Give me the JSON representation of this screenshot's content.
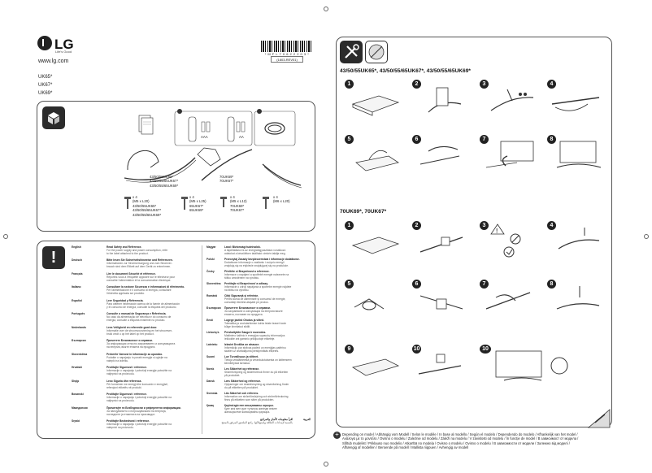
{
  "header": {
    "brand": "LG",
    "tagline": "Life's Good",
    "website": "www.lg.com",
    "models": [
      "UK65*",
      "UK67*",
      "UK69*"
    ],
    "barcode_number": "* M F L 7 0 6 2 2 2 0 3 *",
    "barcode_box": "(1803-REV01)"
  },
  "components": {
    "stand_models_a": [
      "43/50/55UK65*",
      "43/50/55/65UK67*",
      "43/50/55/65UK69*"
    ],
    "stand_models_b": [
      "70UK69*",
      "70UK67*"
    ],
    "battery_label_a": "AAA",
    "battery_label_b": "AA",
    "screws": [
      {
        "qty": "x 4",
        "spec": "(M5 x L20)",
        "models": [
          "43/50/55UK65*",
          "43/50/55/65UK67*",
          "43/50/55/65UK69*"
        ]
      },
      {
        "qty": "x 4",
        "spec": "(M5 x L25)",
        "models": [
          "65UK67*",
          "65UK69*"
        ]
      },
      {
        "qty": "x 4",
        "spec": "(M5 x L12)",
        "models": [
          "70UK69*",
          "70UK67*"
        ]
      },
      {
        "qty": "x 4",
        "spec": "(M6 x L20)",
        "models": []
      }
    ]
  },
  "assembly": {
    "group_a_title": "43/50/55UK65*, 43/50/55/65UK67*, 43/50/55/65UK69*",
    "group_b_title": "70UK69*, 70UK67*",
    "group_a_steps": [
      "1",
      "2",
      "3",
      "4",
      "5",
      "6",
      "7",
      "8"
    ],
    "group_b_steps": [
      "1",
      "2",
      "3",
      "4",
      "5",
      "6",
      "7",
      "8",
      "9",
      "10"
    ]
  },
  "safety": {
    "left": [
      {
        "lang": "English",
        "title": "Read Safety and Reference.",
        "lines": [
          "For the power supply and power consumption, refer",
          "to the label attached to the product."
        ]
      },
      {
        "lang": "Deutsch",
        "title": "Bitte lesen Sie Sicherheitshinweise und Referenzen.",
        "lines": [
          "Informationen zur Stromversorgung und zum Stromver-",
          "brauch sind dem Etikett auf dem Gerät zu entnehmen."
        ]
      },
      {
        "lang": "Français",
        "title": "Lire le document Sécurité et référence.",
        "lines": [
          "Reportez-vous à l'étiquette apposée sur le téléviseur pour",
          "connaître l'alimentation et la consommation électrique."
        ]
      },
      {
        "lang": "Italiano",
        "title": "Consultare la sezione Sicurezza e informazioni di riferimento.",
        "lines": [
          "Per l'alimentazione e il consumo di energia, consultare",
          "l'etichetta applicata sul prodotto."
        ]
      },
      {
        "lang": "Español",
        "title": "Leer Seguridad y Referencia.",
        "lines": [
          "Para obtener información acerca de la fuente de alimentación",
          "y el consumo de energía, consulte la etiqueta del producto."
        ]
      },
      {
        "lang": "Português",
        "title": "Consulte o manual de Segurança e Referência.",
        "lines": [
          "No caso da alimentação de eléctrica e do consumo de",
          "energia, consulte a etiqueta existente no produto."
        ]
      },
      {
        "lang": "Nederlands",
        "title": "Lees Veiligheid en referentie goed door.",
        "lines": [
          "Informatie over de stroomvoorziening en het stroomver-",
          "bruik vindt u op het label op het product."
        ]
      },
      {
        "lang": "Български",
        "title": "Прочетете Безопасност и справки.",
        "lines": [
          "За информация относно захранването и консумацията",
          "на енергия, вижте етикета на продукта."
        ]
      },
      {
        "lang": "Slovenščina",
        "title": "Preberite Varnost in informacije za uporabo.",
        "lines": [
          "Podatke o napajanju in porabi energije si oglejte na",
          "nalepki na izdelku."
        ]
      },
      {
        "lang": "Hrvatski",
        "title": "Pročitajte Sigurnost i reference.",
        "lines": [
          "Informacije o napajanju i potrošnji energije potražite na",
          "naljepnici na proizvodu."
        ]
      },
      {
        "lang": "Shqip",
        "title": "Lexo Siguria dhe referenca.",
        "lines": [
          "Për furnizimin me energji dhe konsumin e energjisë,",
          "referojuni etiketës në produkt."
        ]
      },
      {
        "lang": "Bosanski",
        "title": "Pročitajte Sigurnost i reference.",
        "lines": [
          "Informacije o napajanju i potrošnji energije potražite na",
          "naljepnici na proizvodu."
        ]
      },
      {
        "lang": "Македонски",
        "title": "Прочитајте ги Безбедносни и референтни информации.",
        "lines": [
          "За напојувањето и потрошувачката на енергија,",
          "погледнете ја етикетата на производот."
        ]
      },
      {
        "lang": "Srpski",
        "title": "Pročitajte Bezbednost i reference.",
        "lines": [
          "Informacije o napajanju i potrošnji energije potražite na",
          "nalepnici na proizvodu."
        ]
      }
    ],
    "right": [
      {
        "lang": "Magyar",
        "title": "Lásd: Biztonsági tudnivalók.",
        "lines": [
          "A tápellátásra és az energiafogyasztásra vonatkozó",
          "adatokat a készüléken található címkén találja meg."
        ]
      },
      {
        "lang": "Polski",
        "title": "Przeczytaj Zasady bezpieczeństwa i informacje dodatkowe.",
        "lines": [
          "Dodatkowe informacje o zasilaniu i zużyciu energii",
          "znajdują się na etykiecie znajdującej się na produkcie."
        ]
      },
      {
        "lang": "Česky",
        "title": "Přečtěte si Bezpečnost a reference.",
        "lines": [
          "Informace o napájení a spotřebě energie naleznete na",
          "štítku umístěném na výrobku."
        ]
      },
      {
        "lang": "Slovenčina",
        "title": "Prečítajte si Bezpečnosť a odkazy.",
        "lines": [
          "Informácie o zdroji napájania a spotrebe energie nájdete",
          "na štítku na výrobku."
        ]
      },
      {
        "lang": "Română",
        "title": "Citiţi Siguranţă şi referinţe.",
        "lines": [
          "Pentru sursa de alimentare şi consumul de energie,",
          "consultaţi eticheta ataşată pe produs."
        ]
      },
      {
        "lang": "Български",
        "title": "Прочетете Безопасност и справки.",
        "lines": [
          "За захранване и консумация на енергия вижте",
          "етикета, поставен на продукта."
        ]
      },
      {
        "lang": "Eesti",
        "title": "Lugege jaotist Ohutus ja viited.",
        "lines": [
          "Toiteallika ja voolutarbimise kohta leiate teavet toote",
          "külge kinnitatud sildilt."
        ]
      },
      {
        "lang": "Lietuvių k.",
        "title": "Perskaitykite Sauga ir nuorodos.",
        "lines": [
          "Maitinimo šaltinio ir energijos sąnaudų informacijos",
          "ieškokite ant gaminio priklijuotoje etiketėje."
        ]
      },
      {
        "lang": "Latviešu",
        "title": "Izlasiet Drošība un atsauce.",
        "lines": [
          "Informāciju par strāvas padevi un enerģijas patēriņu",
          "skatiet uz izstrādājuma piestiprinātās etiķetes."
        ]
      },
      {
        "lang": "Suomi",
        "title": "Lue Turvallisuus ja viitteet.",
        "lines": [
          "Tietoja virtalähteestä ja virrankulutuksesta on laitteeseen",
          "kiinnitetyssä tarrassa."
        ]
      },
      {
        "lang": "Norsk",
        "title": "Les Sikkerhet og referanse.",
        "lines": [
          "Strømforsyning og strømforbruk finner du på etiketten",
          "på produktet."
        ]
      },
      {
        "lang": "Dansk",
        "title": "Læs Sikkerhed og reference.",
        "lines": [
          "Oplysninger om strømforsyning og strømforbrug finder",
          "du på etiketten på produktet."
        ]
      },
      {
        "lang": "Svenska",
        "title": "Läs Säkerhet och referens.",
        "lines": [
          "Information om strömförsörjning och strömförbrukning",
          "finns på etiketten som sitter på produkten."
        ]
      },
      {
        "lang": "Қазақ",
        "title": "Қауіпсіздік пен анықтаманы оқыңыз.",
        "lines": [
          "Қуат көзі мен қуат тұтынуы жөнінде өнімге",
          "жапсырылған жапсырманы қараңыз."
        ]
      }
    ],
    "arabic_lines": [
      "اقرأ معلومات الأمان والمراجع",
      "بالنسبة لإمدادات الطاقة واستهلاكها، راجع الملصق المرفق بالمنتج"
    ],
    "arabic_lang": "العربية"
  },
  "footer_note": "Depending on model / Abhängig vom Modell / Selon le modèle / In base al modello / Según el modelo / Dependendo do modelo / Afhankelijk van het model / Ανάλογα με το μοντέλο / Ovisno o modelu / Zależnie od modelu / Záleží na modelu / V závislosti od modelu / În funcție de model / В зависимост от модела / Sõltub mudelist / Priklauso nuo modelio / Atkarībā no modeļa / Ovisno o modelu / Ovisno o modelu / В зависимости от модели / Залежно від моделі / Afhængig af modellen / Beroende på modell / Mallista riippuen / Avhengig av modell"
}
